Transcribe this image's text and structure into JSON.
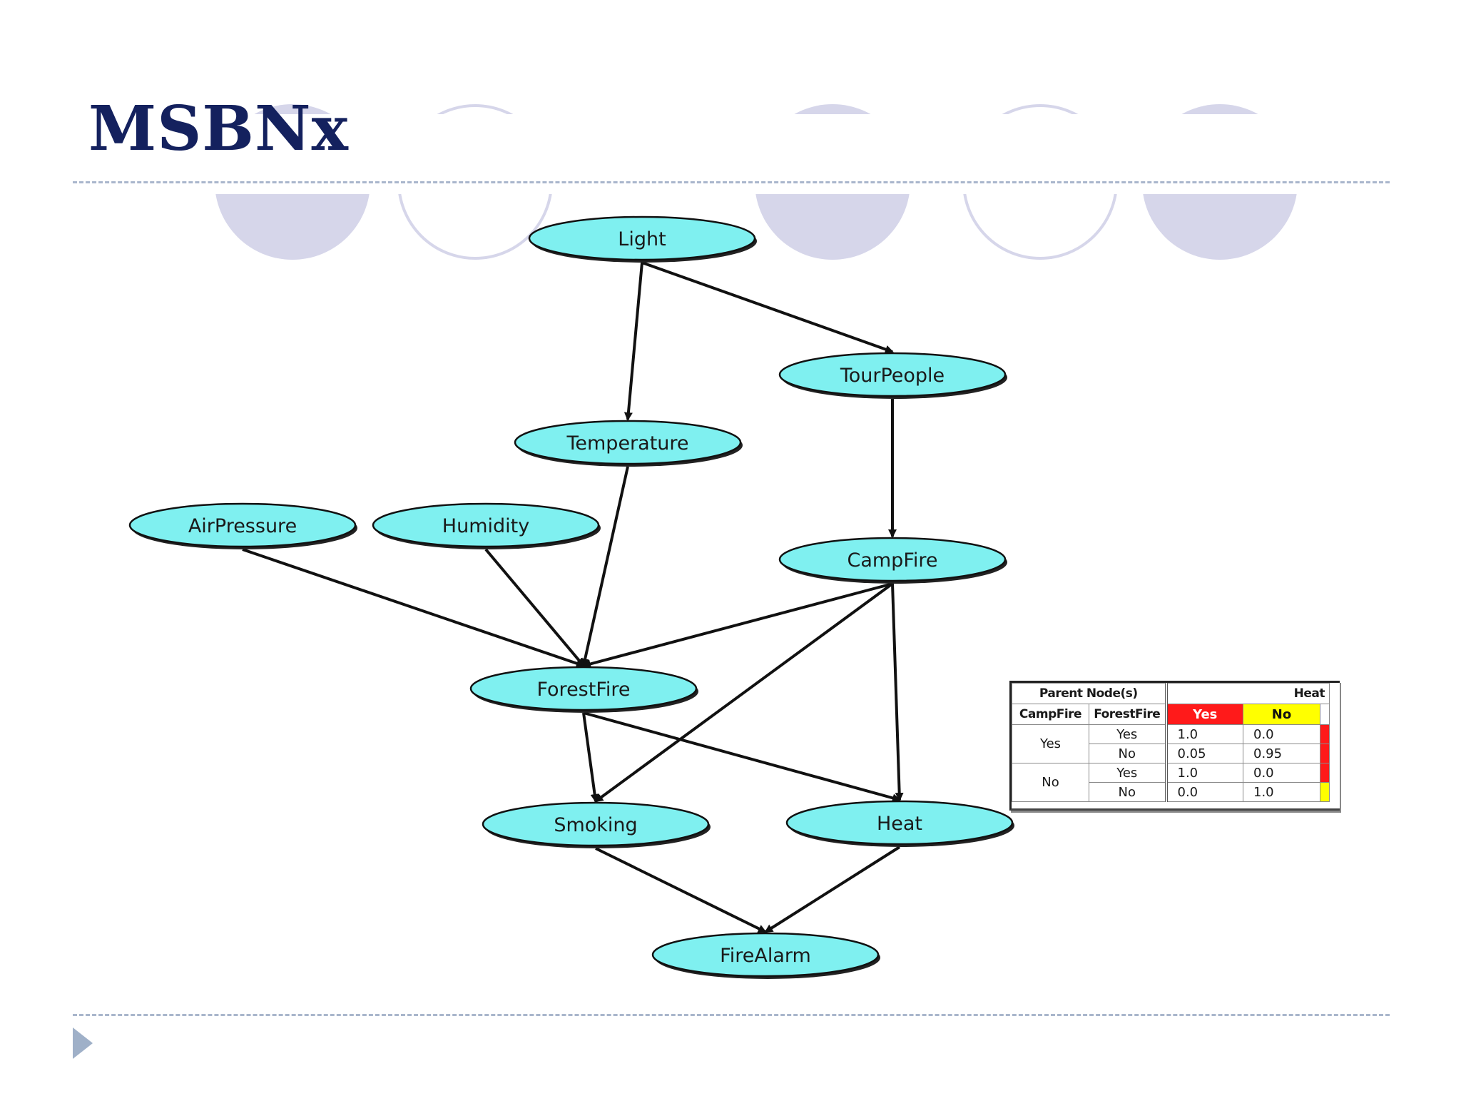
{
  "slide": {
    "title": "MSBNx"
  },
  "colors": {
    "title": "#14215e",
    "node_fill": "#7ff0f0",
    "node_stroke": "#111111",
    "edge": "#111111",
    "deco_circle": "#d6d6ea",
    "divider": "#a9b6cc",
    "cpt_yes": "#ff1a1a",
    "cpt_no": "#ffff00"
  },
  "network": {
    "nodes": [
      {
        "id": "light",
        "label": "Light"
      },
      {
        "id": "tourpeople",
        "label": "TourPeople"
      },
      {
        "id": "temperature",
        "label": "Temperature"
      },
      {
        "id": "airpressure",
        "label": "AirPressure"
      },
      {
        "id": "humidity",
        "label": "Humidity"
      },
      {
        "id": "campfire",
        "label": "CampFire"
      },
      {
        "id": "forestfire",
        "label": "ForestFire"
      },
      {
        "id": "smoking",
        "label": "Smoking"
      },
      {
        "id": "heat",
        "label": "Heat"
      },
      {
        "id": "firealarm",
        "label": "FireAlarm"
      }
    ],
    "edges": [
      {
        "from": "light",
        "to": "temperature"
      },
      {
        "from": "light",
        "to": "tourpeople"
      },
      {
        "from": "tourpeople",
        "to": "campfire"
      },
      {
        "from": "temperature",
        "to": "forestfire"
      },
      {
        "from": "airpressure",
        "to": "forestfire"
      },
      {
        "from": "humidity",
        "to": "forestfire"
      },
      {
        "from": "campfire",
        "to": "forestfire"
      },
      {
        "from": "campfire",
        "to": "smoking"
      },
      {
        "from": "campfire",
        "to": "heat"
      },
      {
        "from": "forestfire",
        "to": "smoking"
      },
      {
        "from": "forestfire",
        "to": "heat"
      },
      {
        "from": "smoking",
        "to": "firealarm"
      },
      {
        "from": "heat",
        "to": "firealarm"
      }
    ]
  },
  "cpt": {
    "parent_header": "Parent Node(s)",
    "node_header": "Heat",
    "parent_columns": [
      "CampFire",
      "ForestFire"
    ],
    "state_columns": [
      "Yes",
      "No"
    ],
    "rows": [
      {
        "campfire": "Yes",
        "forestfire": "Yes",
        "yes": "1.0",
        "no": "0.0",
        "marker": "red"
      },
      {
        "campfire": "",
        "forestfire": "No",
        "yes": "0.05",
        "no": "0.95",
        "marker": "red"
      },
      {
        "campfire": "No",
        "forestfire": "Yes",
        "yes": "1.0",
        "no": "0.0",
        "marker": "red"
      },
      {
        "campfire": "",
        "forestfire": "No",
        "yes": "0.0",
        "no": "1.0",
        "marker": "yellow"
      }
    ]
  }
}
